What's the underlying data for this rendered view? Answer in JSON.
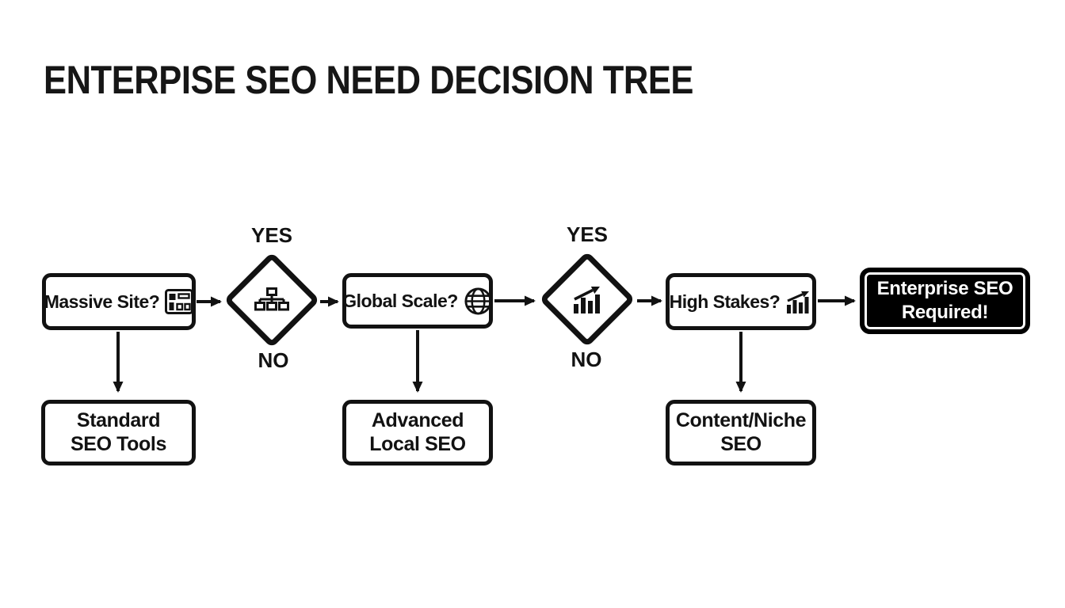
{
  "page": {
    "title": "ENTERPISE SEO NEED DECISION TREE"
  },
  "flow": {
    "question1": {
      "label": "Massive Site?",
      "icon": "webpage-layout-icon"
    },
    "decision1": {
      "yes_label": "YES",
      "no_label": "NO",
      "icon": "sitemap-icon"
    },
    "question2": {
      "label": "Global Scale?",
      "icon": "globe-icon"
    },
    "decision2": {
      "yes_label": "YES",
      "no_label": "NO",
      "icon": "bar-chart-trend-icon"
    },
    "question3": {
      "label": "High Stakes?",
      "icon": "bar-chart-trend-icon"
    },
    "result": {
      "line1": "Enterprise SEO",
      "line2": "Required!"
    },
    "outcome1": {
      "line1": "Standard",
      "line2": "SEO Tools"
    },
    "outcome2": {
      "line1": "Advanced",
      "line2": "Local SEO"
    },
    "outcome3": {
      "line1": "Content/Niche",
      "line2": "SEO"
    }
  },
  "colors": {
    "ink": "#121212",
    "background": "#ffffff",
    "result_bg": "#000000",
    "result_text": "#ffffff"
  }
}
